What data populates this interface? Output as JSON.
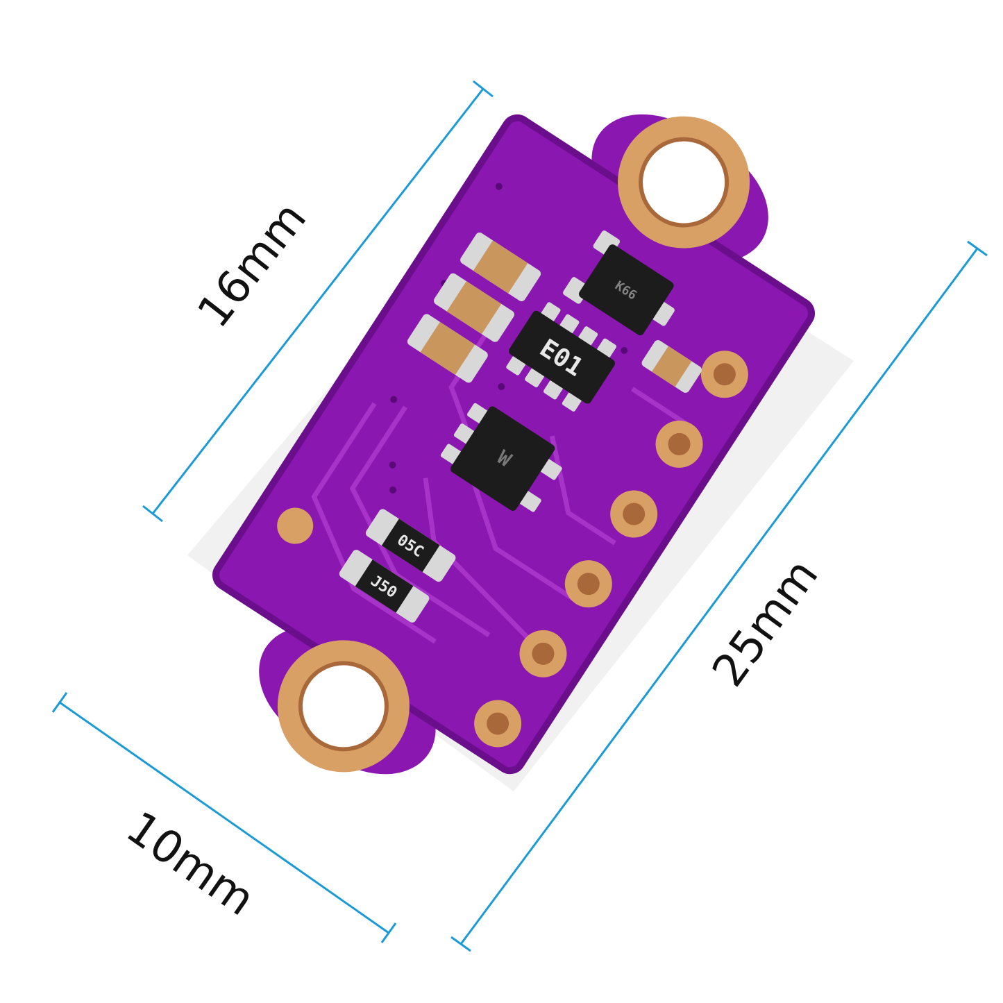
{
  "colors": {
    "background": "#ffffff",
    "pcb": "#8a18b0",
    "pcb_dark": "#6a0e8c",
    "trace": "#b03ad0",
    "pad_gold": "#d9a066",
    "pad_inner": "#a8683a",
    "dimension_line": "#1a9ad6",
    "component_black": "#1c1c1c",
    "capacitor_body": "#c9965e",
    "solder": "#d8d8d8"
  },
  "dimensions": {
    "width_label": "16mm",
    "length_label": "25mm",
    "depth_label": "10mm"
  },
  "components": {
    "resistor_array_marking": "E01",
    "resistor_top_marking": "05C",
    "resistor_bottom_marking": "J50",
    "transistor_top_marking": "K66",
    "ic_marking": "W"
  },
  "icons": {
    "pcb": "pcb-board-icon",
    "mount_hole": "mounting-hole-icon",
    "pin_pad": "pin-pad-icon"
  }
}
